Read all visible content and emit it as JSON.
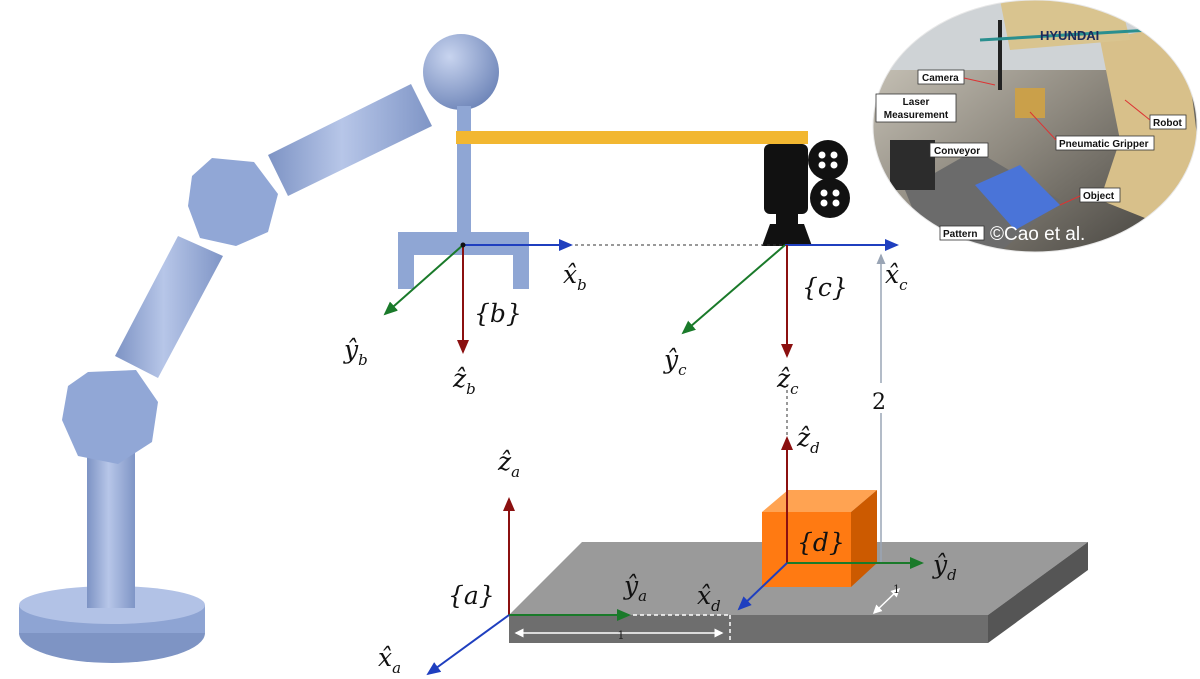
{
  "frames": {
    "a": {
      "name": "{a}",
      "x": "x̂",
      "x_sub": "a",
      "y": "ŷ",
      "y_sub": "a",
      "z": "ẑ",
      "z_sub": "a"
    },
    "b": {
      "name": "{b}",
      "x": "x̂",
      "x_sub": "b",
      "y": "ŷ",
      "y_sub": "b",
      "z": "ẑ",
      "z_sub": "b"
    },
    "c": {
      "name": "{c}",
      "x": "x̂",
      "x_sub": "c",
      "y": "ŷ",
      "y_sub": "c",
      "z": "ẑ",
      "z_sub": "c"
    },
    "d": {
      "name": "{d}",
      "x": "x̂",
      "x_sub": "d",
      "y": "ŷ",
      "y_sub": "d",
      "z": "ẑ",
      "z_sub": "d"
    }
  },
  "dimensions": {
    "width_label": "1",
    "depth_label": "1",
    "height_label": "2"
  },
  "photo": {
    "labels": {
      "camera": "Camera",
      "laser_line1": "Laser",
      "laser_line2": "Measurement",
      "conveyor": "Conveyor",
      "pneumatic_gripper": "Pneumatic Gripper",
      "robot": "Robot",
      "object": "Object",
      "pattern": "Pattern"
    },
    "brand": "HYUNDAI",
    "credit": "©Cao et al."
  },
  "colors": {
    "x_axis": "#1f3fbf",
    "y_axis": "#1a7a2a",
    "z_axis": "#8b1010",
    "robot_body": "#8fa6d4",
    "mount_bar": "#f2b731",
    "cube": "#ff7a12",
    "table_top": "#9a9a9a"
  }
}
